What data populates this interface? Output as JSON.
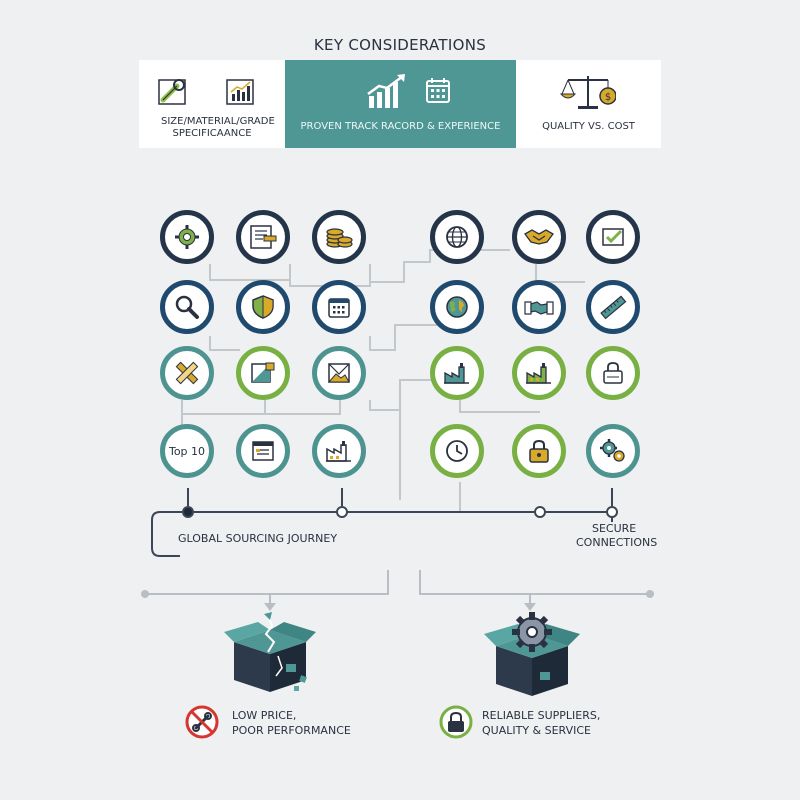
{
  "title": "KEY CONSIDERATIONS",
  "cards": [
    {
      "label": "SIZE/MATERIAL/GRADE SPECIFICAANCE",
      "icons": [
        "wrench-icon",
        "bar-chart-icon"
      ]
    },
    {
      "label": "PROVEN TRACK RACORD & EXPERIENCE",
      "icons": [
        "growth-chart-icon",
        "calendar-icon"
      ]
    },
    {
      "label": "QUALITY VS. COST",
      "icons": [
        "balance-scale-icon"
      ]
    }
  ],
  "nodes": {
    "top10": "Top 10"
  },
  "timeline": {
    "left_label": "GLOBAL SOURCING JOURNEY",
    "right_label_line1": "SECURE",
    "right_label_line2": "CONNECTIONS"
  },
  "outcomes": {
    "bad_line1": "LOW PRICE,",
    "bad_line2": "POOR PERFORMANCE",
    "good_line1": "RELIABLE SUPPLIERS,",
    "good_line2": "QUALITY & SERVICE"
  },
  "colors": {
    "teal": "#4f9795",
    "navy": "#1f4a6e",
    "dark": "#24354a",
    "green": "#78b043",
    "gold": "#d9a92a",
    "red": "#d6362f"
  }
}
